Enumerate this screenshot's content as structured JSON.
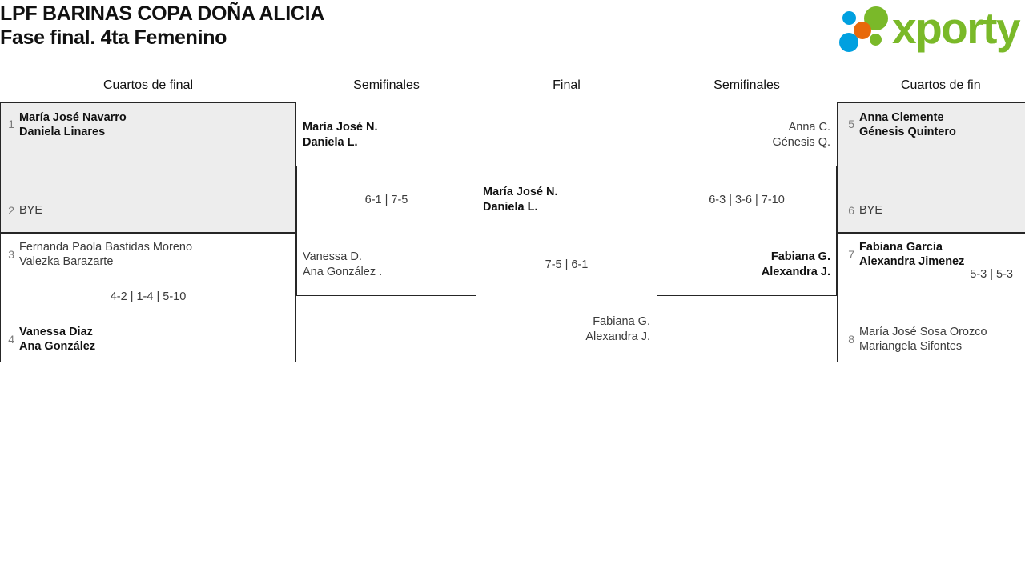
{
  "header": {
    "title_line1": "LPF BARINAS COPA DOÑA ALICIA",
    "title_line2": "Fase final. 4ta Femenino",
    "logo": {
      "wordmark": "xporty",
      "green": "#7ab929",
      "blue": "#00a0e0",
      "orange": "#e8690b"
    }
  },
  "rounds": [
    {
      "name": "round-quarterfinals-left",
      "label": "Cuartos de final"
    },
    {
      "name": "round-semifinals-left",
      "label": "Semifinales"
    },
    {
      "name": "round-final",
      "label": "Final"
    },
    {
      "name": "round-semifinals-right",
      "label": "Semifinales"
    },
    {
      "name": "round-quarterfinals-right",
      "label": "Cuartos de fin"
    }
  ],
  "matches": {
    "qf_left_1": {
      "top": {
        "seed": "1",
        "player1": "María José Navarro",
        "player2": "Daniela Linares",
        "winner": true
      },
      "bottom": {
        "seed": "2",
        "player1": "BYE",
        "player2": "",
        "winner": false
      },
      "score": ""
    },
    "qf_left_2": {
      "top": {
        "seed": "3",
        "player1": "Fernanda Paola Bastidas Moreno",
        "player2": "Valezka Barazarte",
        "winner": false
      },
      "bottom": {
        "seed": "4",
        "player1": "Vanessa Diaz",
        "player2": "Ana González",
        "winner": true
      },
      "score": "4-2 | 1-4 | 5-10"
    },
    "sf_left": {
      "top": {
        "player1": "María José N.",
        "player2": "Daniela L.",
        "winner": true
      },
      "bottom": {
        "player1": "Vanessa D.",
        "player2": "Ana González .",
        "winner": false
      },
      "score": "6-1 | 7-5"
    },
    "final": {
      "top": {
        "player1": "María José N.",
        "player2": "Daniela L.",
        "winner": true
      },
      "bottom": {
        "player1": "Fabiana G.",
        "player2": "Alexandra J.",
        "winner": false
      },
      "score": "7-5 | 6-1"
    },
    "sf_right": {
      "top": {
        "player1": "Anna C.",
        "player2": "Génesis Q.",
        "winner": false
      },
      "bottom": {
        "player1": "Fabiana G.",
        "player2": "Alexandra J.",
        "winner": true
      },
      "score": "6-3 | 3-6 | 7-10"
    },
    "qf_right_1": {
      "top": {
        "seed": "5",
        "player1": "Anna Clemente",
        "player2": "Génesis Quintero",
        "winner": true
      },
      "bottom": {
        "seed": "6",
        "player1": "BYE",
        "player2": "",
        "winner": false
      },
      "score": ""
    },
    "qf_right_2": {
      "top": {
        "seed": "7",
        "player1": "Fabiana Garcia",
        "player2": "Alexandra Jimenez",
        "winner": true
      },
      "bottom": {
        "seed": "8",
        "player1": "María José Sosa Orozco",
        "player2": "Mariangela Sifontes",
        "winner": false
      },
      "score": "5-3 | 5-3"
    }
  }
}
